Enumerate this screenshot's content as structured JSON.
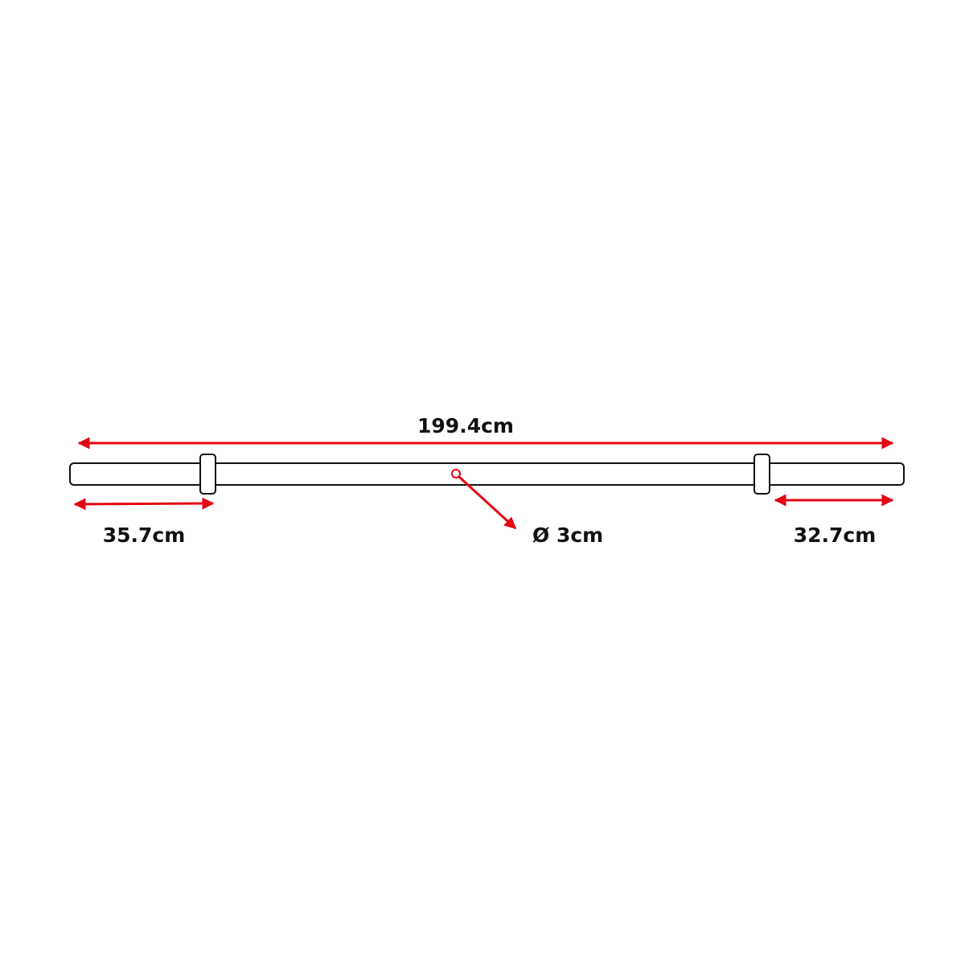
{
  "diagram": {
    "total_length_label": "199.4cm",
    "left_sleeve_label": "35.7cm",
    "right_sleeve_label": "32.7cm",
    "diameter_label": "Ø 3cm"
  },
  "colors": {
    "dimension": "#e30613",
    "outline": "#111111",
    "background": "#ffffff"
  }
}
